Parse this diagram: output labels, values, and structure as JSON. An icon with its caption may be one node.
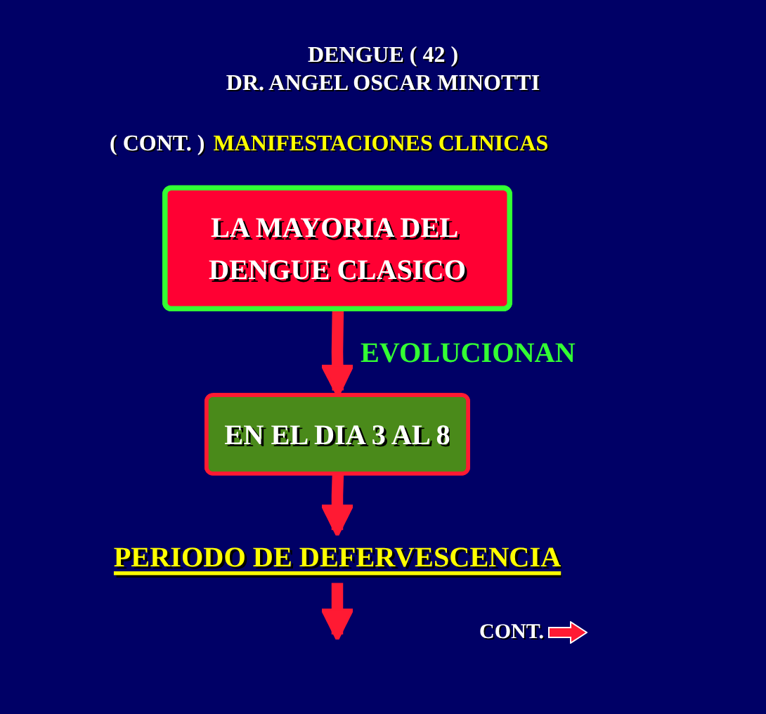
{
  "diagram": {
    "title": "DENGUE ( 42 )",
    "nodes": [
      {
        "text": [
          "LA MAYORIA DEL DENGUE CLASICO"
        ]
      },
      {
        "text": [
          "EN EL DIA 3 AL 8"
        ]
      },
      {
        "text": [
          "PERIODO DE DEFERVESCENCIA"
        ]
      }
    ],
    "edges": [
      {
        "from": 0,
        "to": 1,
        "arrow": "to",
        "label": "EVOLUCIONAN"
      },
      {
        "from": 1,
        "to": 2,
        "arrow": "to"
      },
      {
        "from": 2,
        "to": null,
        "arrow": "to"
      }
    ],
    "labels": [
      "DR. ANGEL OSCAR MINOTTI",
      "( CONT. )",
      "MANIFESTACIONES CLINICAS",
      "CONT."
    ]
  }
}
